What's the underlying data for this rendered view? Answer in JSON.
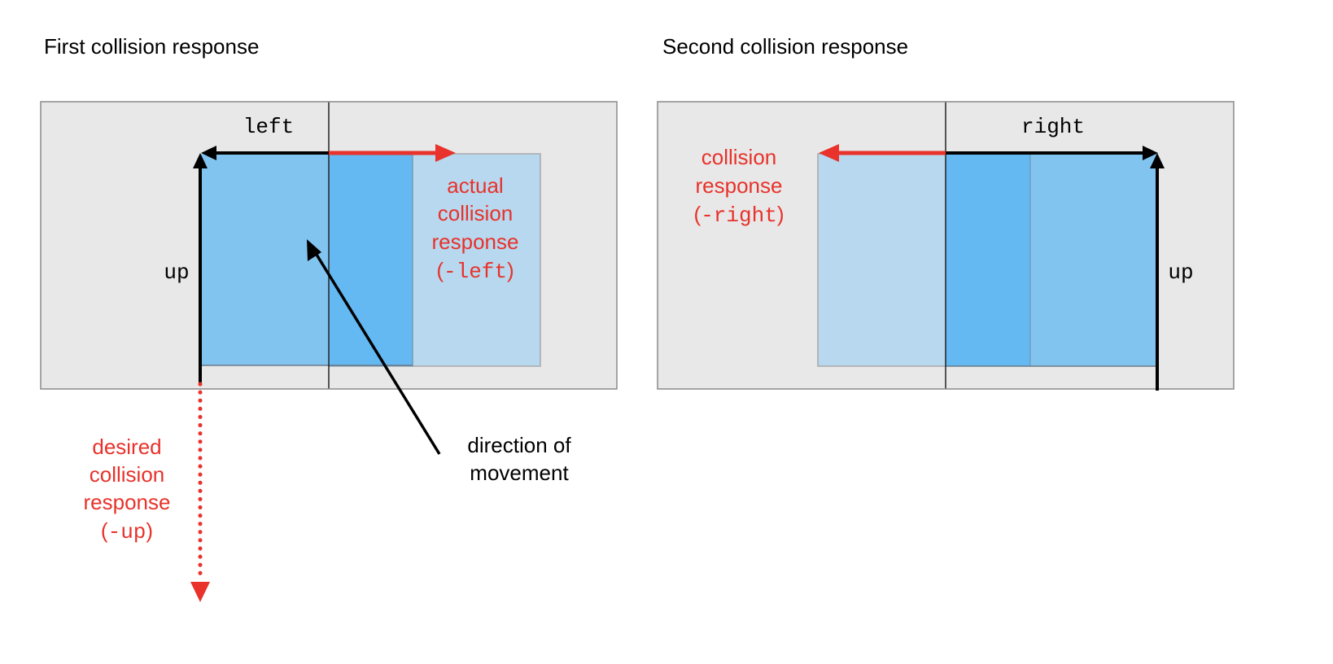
{
  "colors": {
    "panel_fill": "#e8e8e8",
    "panel_stroke": "#8a8a8a",
    "box_original": "#82c4f0",
    "box_overlap": "#64b9f3",
    "box_ghost": "#b7d8ee",
    "arrow_black": "#000000",
    "arrow_red": "#e8322b"
  },
  "panel1": {
    "title": "First collision response",
    "label_left": "left",
    "label_up": "up",
    "actual_line1": "actual",
    "actual_line2": "collision",
    "actual_line3": "response",
    "actual_paren_open": "(",
    "actual_code": "-left",
    "actual_paren_close": ")",
    "desired_line1": "desired",
    "desired_line2": "collision",
    "desired_line3": "response",
    "desired_paren_open": "(",
    "desired_code": "-up",
    "desired_paren_close": ")",
    "direction_line1": "direction of",
    "direction_line2": "movement"
  },
  "panel2": {
    "title": "Second collision response",
    "label_right": "right",
    "label_up": "up",
    "response_line1": "collision",
    "response_line2": "response",
    "response_paren_open": "(",
    "response_code": "-right",
    "response_paren_close": ")"
  }
}
